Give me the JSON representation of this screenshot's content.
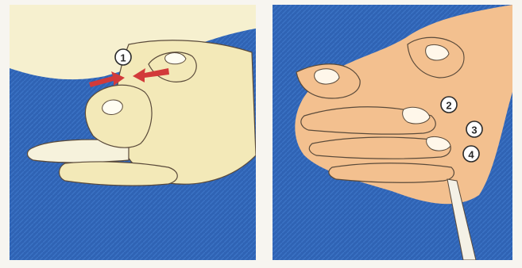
{
  "illustration": {
    "left_panel": {
      "markers": [
        "1"
      ]
    },
    "right_panel": {
      "markers": [
        "2",
        "3",
        "4"
      ]
    },
    "colors": {
      "background_blue": "#2f63b4",
      "skin_light": "#f3e9b8",
      "skin_peach": "#f3c08f",
      "arrow_red": "#d23a3a",
      "outline": "#5a4a3a"
    }
  }
}
